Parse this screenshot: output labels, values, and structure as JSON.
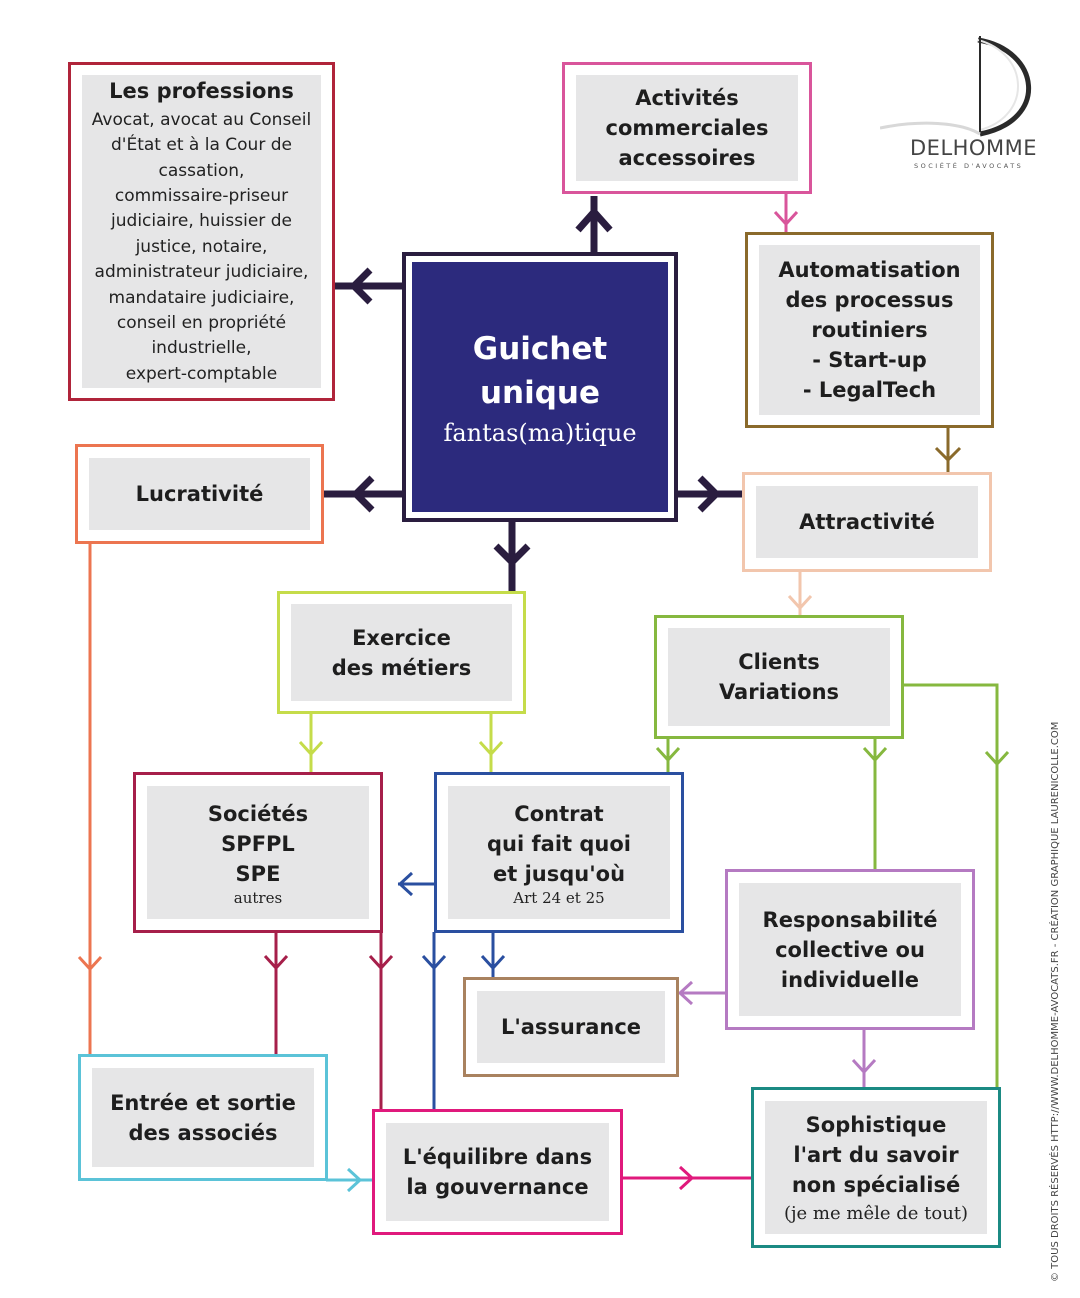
{
  "diagram": {
    "center": {
      "title": "Guichet\nunique",
      "subtitle": "fantas(ma)tique"
    },
    "professions": {
      "title": "Les professions",
      "body": "Avocat, avocat au Conseil\nd'État et à la Cour de\ncassation,\ncommissaire-priseur\njudiciaire, huissier de\njustice, notaire,\nadministrateur judiciaire,\nmandataire judiciaire,\nconseil en propriété\nindustrielle,\nexpert-comptable"
    },
    "activites": {
      "title": "Activités\ncommerciales\naccessoires"
    },
    "automatisation": {
      "title": "Automatisation\ndes processus\nroutiniers\n- Start-up\n- LegalTech"
    },
    "lucrativite": {
      "title": "Lucrativité"
    },
    "attractivite": {
      "title": "Attractivité"
    },
    "exercice": {
      "title": "Exercice\ndes métiers"
    },
    "clients": {
      "title": "Clients\nVariations"
    },
    "societes": {
      "title": "Sociétés\nSPFPL\nSPE",
      "sub": "autres"
    },
    "contrat": {
      "title": "Contrat\nqui fait quoi\net jusqu'où",
      "sub": "Art 24 et 25"
    },
    "responsabilite": {
      "title": "Responsabilité\ncollective ou\nindividuelle"
    },
    "assurance": {
      "title": "L'assurance"
    },
    "entree": {
      "title": "Entrée et sortie\ndes associés"
    },
    "equilibre": {
      "title": "L'équilibre dans\nla gouvernance"
    },
    "sophistique": {
      "title": "Sophistique\nl'art du savoir\nnon spécialisé",
      "sub": "(je me mêle de tout)"
    }
  },
  "logo": {
    "name": "DELHOMME",
    "tagline": "SOCIÉTÉ D'AVOCATS"
  },
  "copyright": "© TOUS DROITS RÉSERVÉS HTTP://WWW.DELHOMME-AVOCATS.FR - CRÉATION GRAPHIQUE LAURENICOLLE.COM",
  "colors": {
    "center": "#2c2a7d",
    "center_border": "#2a1d3f",
    "professions": "#b0243a",
    "activites": "#d9559b",
    "automatisation": "#8a6a2b",
    "lucrativite": "#ec7550",
    "attractivite": "#f2c6ad",
    "exercice": "#c5dc4a",
    "clients": "#86b83f",
    "societes": "#a61f4a",
    "contrat": "#2a4fa0",
    "responsabilite": "#b57ac2",
    "assurance": "#a9825f",
    "entree": "#5bc3d8",
    "equilibre": "#e0197c",
    "sophistique": "#1b8a83"
  }
}
